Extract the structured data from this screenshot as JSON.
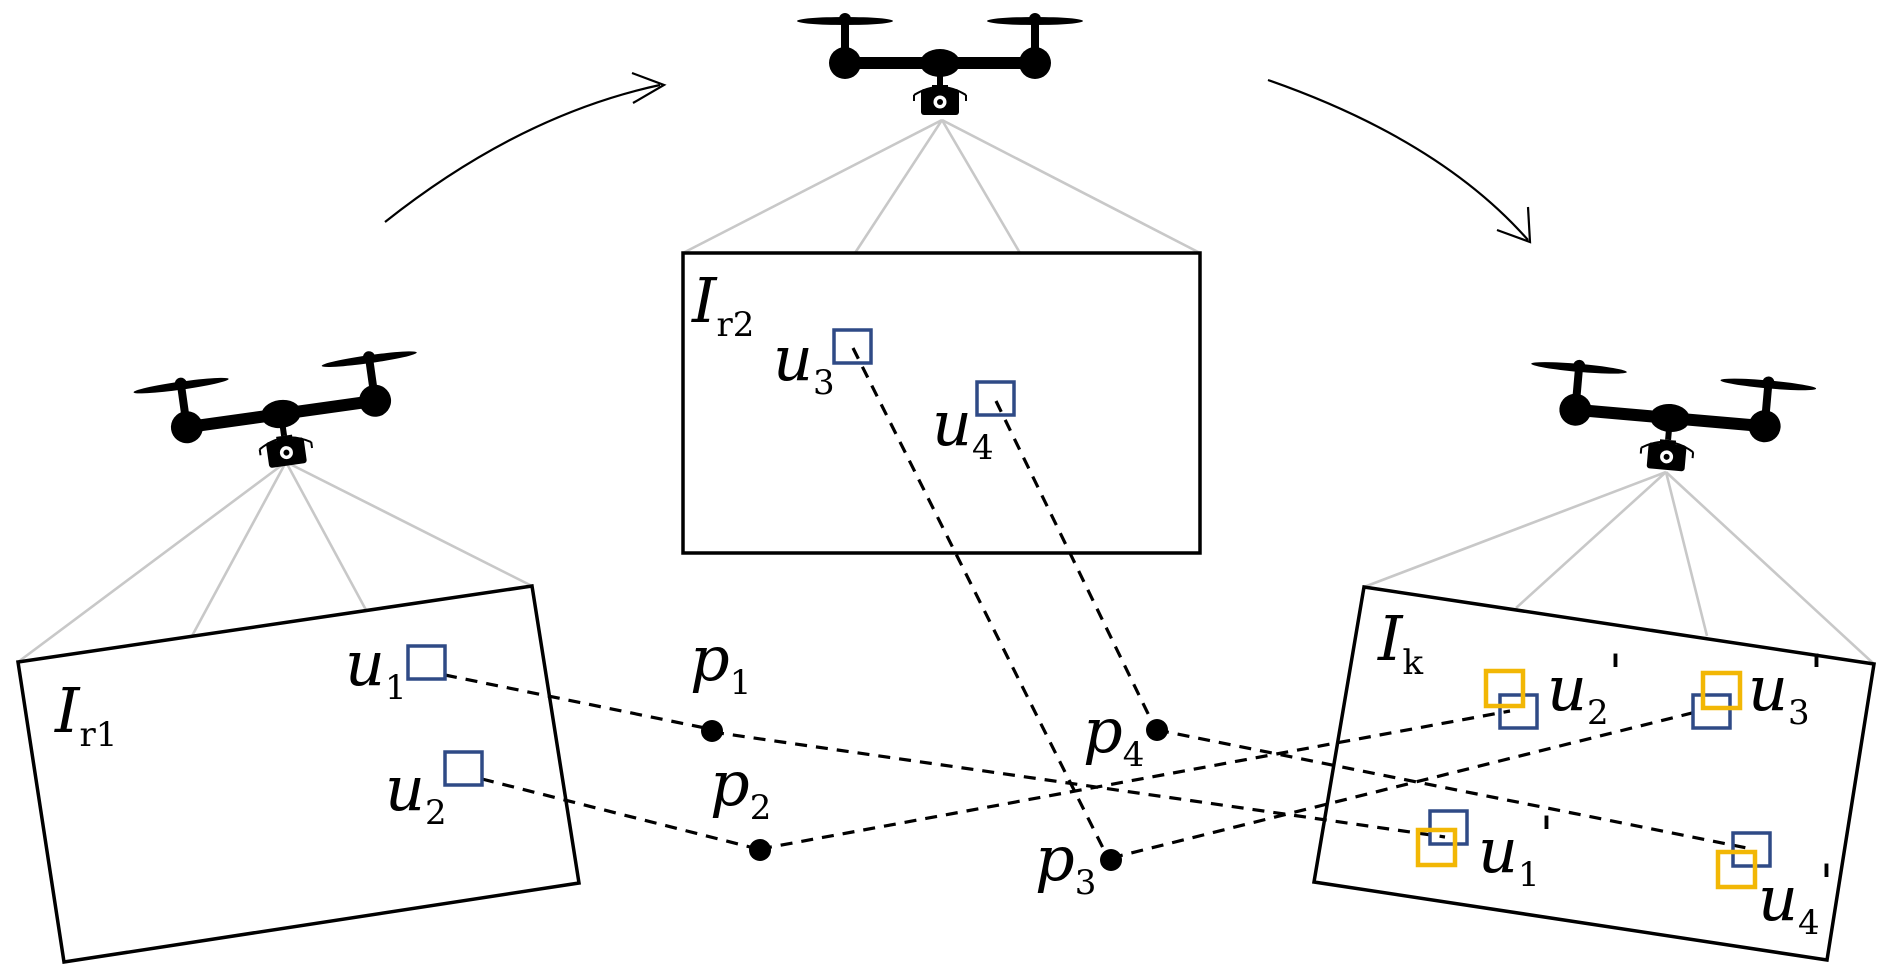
{
  "colors": {
    "line": "#000000",
    "frustum": "#c8c8c8",
    "observed_feature": "#2f4a86",
    "projected_feature": "#f2b705",
    "background": "#ffffff"
  },
  "icons": [
    "drone-icon",
    "camera-icon"
  ],
  "frames": {
    "ref1": {
      "base": "I",
      "sub": "r1"
    },
    "ref2": {
      "base": "I",
      "sub": "r2"
    },
    "current": {
      "base": "I",
      "sub": "k"
    }
  },
  "features": {
    "u1": {
      "base": "u",
      "sub": "1"
    },
    "u2": {
      "base": "u",
      "sub": "2"
    },
    "u3": {
      "base": "u",
      "sub": "3"
    },
    "u4": {
      "base": "u",
      "sub": "4"
    },
    "u1p": {
      "base": "u",
      "sub": "1",
      "prime": "'"
    },
    "u2p": {
      "base": "u",
      "sub": "2",
      "prime": "'"
    },
    "u3p": {
      "base": "u",
      "sub": "3",
      "prime": "'"
    },
    "u4p": {
      "base": "u",
      "sub": "4",
      "prime": "'"
    }
  },
  "points": {
    "p1": {
      "base": "p",
      "sub": "1"
    },
    "p2": {
      "base": "p",
      "sub": "2"
    },
    "p3": {
      "base": "p",
      "sub": "3"
    },
    "p4": {
      "base": "p",
      "sub": "4"
    }
  }
}
